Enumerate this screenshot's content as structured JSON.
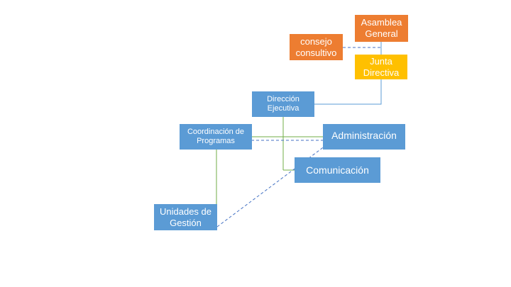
{
  "colors": {
    "orange": "#ed7d31",
    "gold": "#ffc000",
    "blue": "#5b9bd5",
    "solid_line_green": "#70ad47",
    "solid_line_blue": "#5b9bd5",
    "dashed_line": "#4472c4"
  },
  "nodes": {
    "asamblea_general": {
      "lines": [
        "Asamblea",
        "General"
      ]
    },
    "consejo_consultivo": {
      "lines": [
        "consejo",
        "consultivo"
      ]
    },
    "junta_directiva": {
      "lines": [
        "Junta",
        "Directiva"
      ]
    },
    "direccion_ejecutiva": {
      "lines": [
        "Dirección",
        "Ejecutiva"
      ]
    },
    "coordinacion_programas": {
      "lines": [
        "Coordinación de",
        "Programas"
      ]
    },
    "administracion": {
      "label": "Administración"
    },
    "comunicacion": {
      "label": "Comunicación"
    },
    "unidades_gestion": {
      "lines": [
        "Unidades de",
        "Gestión"
      ]
    }
  },
  "connections": [
    {
      "from": "Asamblea General",
      "to": "Junta Directiva",
      "style": "solid"
    },
    {
      "from": "consejo consultivo",
      "to": "Asamblea General",
      "style": "dashed"
    },
    {
      "from": "Junta Directiva",
      "to": "Dirección Ejecutiva",
      "style": "solid"
    },
    {
      "from": "Dirección Ejecutiva",
      "to": "Coordinación de Programas",
      "style": "solid"
    },
    {
      "from": "Dirección Ejecutiva",
      "to": "Administración",
      "style": "solid"
    },
    {
      "from": "Dirección Ejecutiva",
      "to": "Comunicación",
      "style": "solid"
    },
    {
      "from": "Coordinación de Programas",
      "to": "Unidades de Gestión",
      "style": "solid"
    },
    {
      "from": "Coordinación de Programas",
      "to": "Administración",
      "style": "dashed"
    },
    {
      "from": "Unidades de Gestión",
      "to": "Administración",
      "style": "dashed"
    }
  ]
}
